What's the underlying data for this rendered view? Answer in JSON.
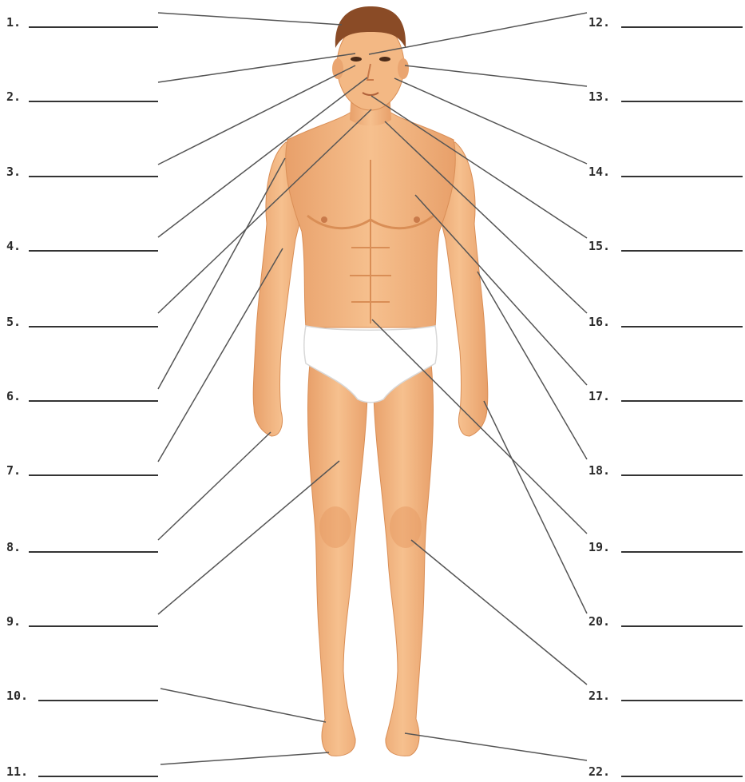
{
  "labels": [
    {
      "num": "1.",
      "side": "left"
    },
    {
      "num": "2.",
      "side": "left"
    },
    {
      "num": "3.",
      "side": "left"
    },
    {
      "num": "4.",
      "side": "left"
    },
    {
      "num": "5.",
      "side": "left"
    },
    {
      "num": "6.",
      "side": "left"
    },
    {
      "num": "7.",
      "side": "left"
    },
    {
      "num": "8.",
      "side": "left"
    },
    {
      "num": "9.",
      "side": "left"
    },
    {
      "num": "10.",
      "side": "left"
    },
    {
      "num": "11.",
      "side": "left"
    },
    {
      "num": "12.",
      "side": "right"
    },
    {
      "num": "13.",
      "side": "right"
    },
    {
      "num": "14.",
      "side": "right"
    },
    {
      "num": "15.",
      "side": "right"
    },
    {
      "num": "16.",
      "side": "right"
    },
    {
      "num": "17.",
      "side": "right"
    },
    {
      "num": "18.",
      "side": "right"
    },
    {
      "num": "19.",
      "side": "right"
    },
    {
      "num": "20.",
      "side": "right"
    },
    {
      "num": "21.",
      "side": "right"
    },
    {
      "num": "22.",
      "side": "right"
    }
  ],
  "colors": {
    "skin": "#f2b47e",
    "skin_shade": "#e49a62",
    "hair": "#8a4b26",
    "underwear": "#ffffff",
    "leader_line": "#555555",
    "blank_line": "#333333"
  }
}
